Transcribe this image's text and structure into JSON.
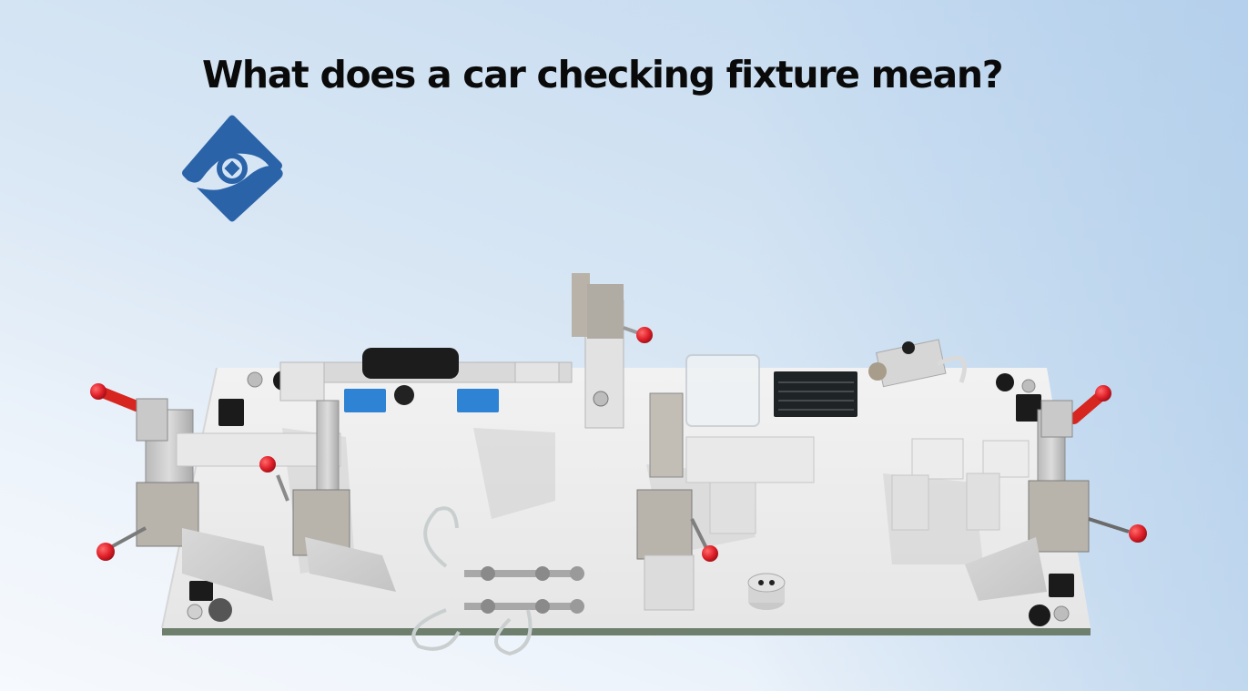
{
  "slide": {
    "title": "What does a car checking fixture mean?",
    "logo": {
      "icon": "diamond-eye-logo-icon",
      "color": "#2b63a8"
    },
    "image": {
      "subject": "car-checking-fixture-photo",
      "description": "Automotive checking fixture on white base plate with toggle clamps, red knob handles, blue locating pads and air hoses"
    },
    "colors": {
      "background_top": "#c3d9f0",
      "background_bottom_left": "#f6f9fd",
      "title": "#0a0a0a",
      "logo": "#2b63a8",
      "clamp_knob": "#e0202a",
      "blue_pad": "#2f83d4",
      "base_plate": "#ececec"
    }
  }
}
